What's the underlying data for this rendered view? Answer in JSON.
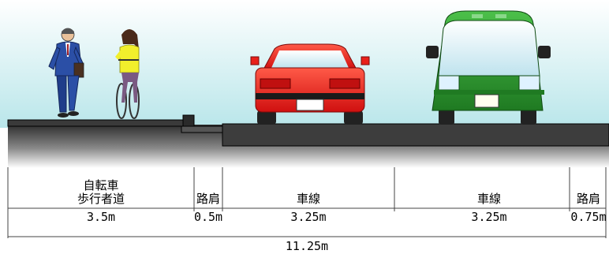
{
  "zones": [
    {
      "label_line1": "自転車",
      "label_line2": "歩行者道",
      "width": "3.5m"
    },
    {
      "label_line1": "路肩",
      "width": "0.5m"
    },
    {
      "label_line1": "車線",
      "width": "3.25m"
    },
    {
      "label_line1": "車線",
      "width": "3.25m"
    },
    {
      "label_line1": "路肩",
      "width": "0.75m"
    }
  ],
  "total_width": "11.25m",
  "colors": {
    "sky_top": "#ffffff",
    "sky_bottom": "#c8ecef",
    "road": "#3a3a3a",
    "red_car": "#e8201a",
    "green_van": "#2f9a30"
  }
}
